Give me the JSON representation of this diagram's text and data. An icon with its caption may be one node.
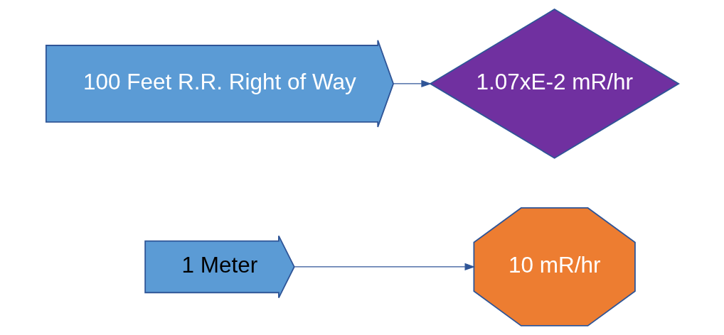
{
  "diagram": {
    "nodes": [
      {
        "text": [
          "1 Meter"
        ]
      },
      {
        "text": [
          "10 mR/hr"
        ]
      },
      {
        "text": [
          "100 Feet R.R. Right of Way"
        ]
      },
      {
        "text": [
          "1.07xE-2 mR/hr"
        ]
      }
    ],
    "edges": [
      {
        "from": 0,
        "to": 1,
        "arrow": "to"
      },
      {
        "from": 2,
        "to": 3,
        "arrow": "to"
      }
    ]
  }
}
